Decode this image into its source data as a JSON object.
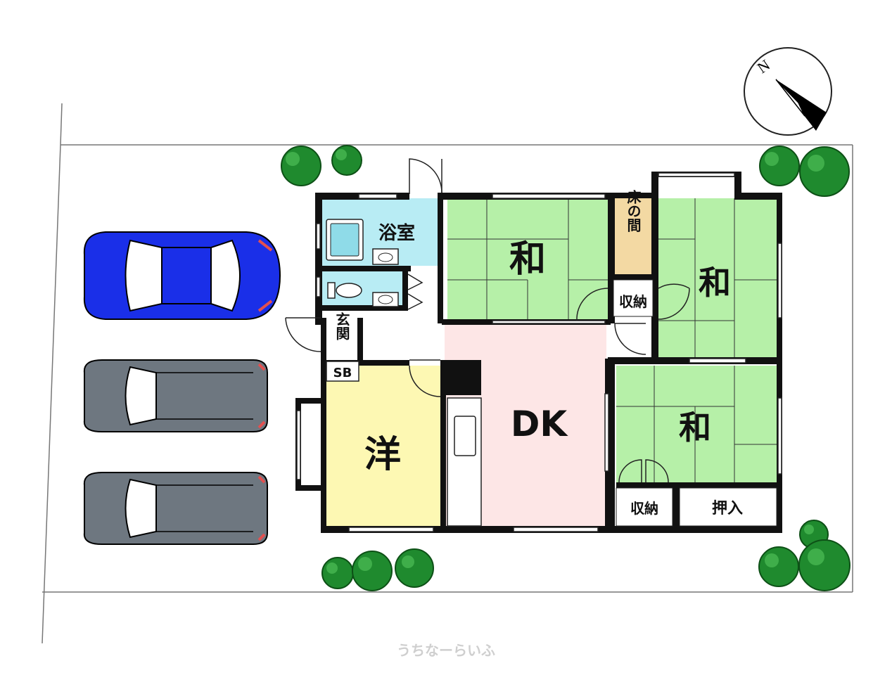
{
  "rooms": {
    "bath": "浴室",
    "washitsu_top": "和",
    "tokonoma": "床の間",
    "washitsu_right": "和",
    "closet_center": "収納",
    "genkan": "玄関",
    "shoe_box": "SB",
    "youshitsu": "洋",
    "dk": "DK",
    "washitsu_bottom": "和",
    "closet_bottom": "収納",
    "oshiire": "押入"
  },
  "compass": {
    "north": "N"
  },
  "watermark": "うちなーらいふ",
  "colors": {
    "wall": "#111111",
    "bath": "#b8ecf4",
    "tatami": "#b6f0a8",
    "dk": "#fde6e6",
    "youshitsu": "#fdf8b3",
    "tokonoma": "#f3d9a3",
    "car_blue": "#1a2fe8",
    "car_gray": "#6e7780",
    "tree": "#1f8a2e"
  },
  "icons": [
    "compass-icon",
    "car-blue-icon",
    "car-gray-icon",
    "tree-icon",
    "bathtub-icon",
    "toilet-icon",
    "sink-icon",
    "door-swing-icon",
    "window-icon"
  ]
}
